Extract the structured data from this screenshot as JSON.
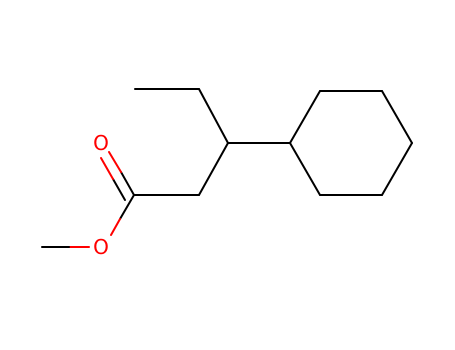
{
  "molecule": {
    "atom_labels": [
      {
        "id": "O1",
        "symbol": "O",
        "color": "#ff0000"
      },
      {
        "id": "O2",
        "symbol": "O",
        "color": "#ff0000"
      }
    ],
    "colors": {
      "carbon_bond": "#000000",
      "oxygen": "#ff0000",
      "background": "#ffffff"
    }
  }
}
